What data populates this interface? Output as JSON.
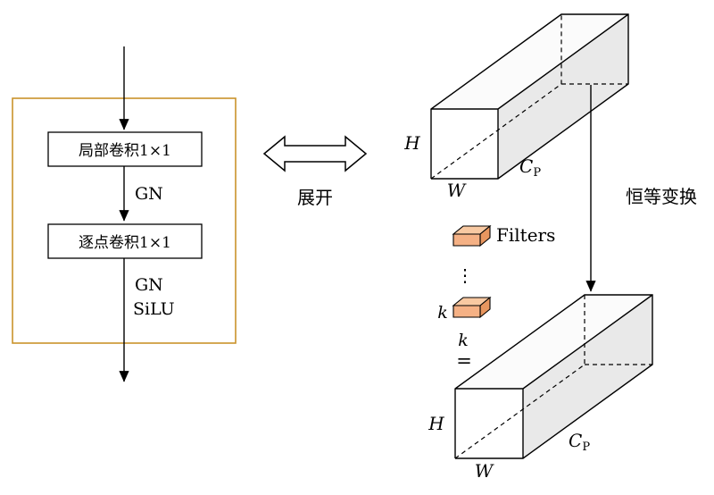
{
  "diagram": {
    "left_block": {
      "conv_local": "局部卷积1×1",
      "gn_mid": "GN",
      "conv_pointwise": "逐点卷积1×1",
      "gn_bottom": "GN",
      "silu": "SiLU"
    },
    "middle": {
      "expand": "展开"
    },
    "right": {
      "identity": "恒等变换",
      "filters_label": "Filters",
      "dots": "⋮",
      "k_left": "k",
      "k_bottom": "k",
      "equals": "=",
      "top_tensor": {
        "h": "H",
        "w": "W",
        "c": "C",
        "sub": "P"
      },
      "bottom_tensor": {
        "h": "H",
        "w": "W",
        "c": "C",
        "sub": "P"
      }
    }
  },
  "colors": {
    "outer_border": "#C9922B",
    "filter_front": "#F5B185",
    "filter_top": "#F8C9A2",
    "filter_side": "#E8965F",
    "face_front": "#ffffff",
    "face_top": "#fbfbfb",
    "face_side": "#e9e9e9",
    "stroke": "#000000"
  }
}
